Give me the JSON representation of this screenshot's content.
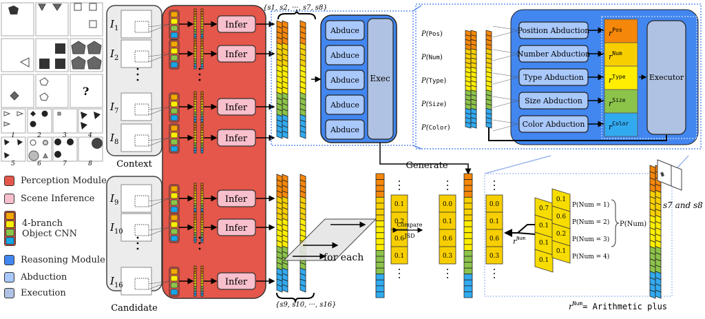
{
  "colors": {
    "perception": "#e4574a",
    "scene_inference": "#f8bfcc",
    "reasoning": "#4286f0",
    "abduction": "#a9c8fb",
    "execution": "#b0c2e3",
    "pos": "#f5870a",
    "num": "#f7d000",
    "type": "#ffee00",
    "size": "#8cc34a",
    "color": "#32aaf0",
    "context_bg": "#ececec"
  },
  "puzzle": {
    "question_mark": "?",
    "answer_labels": [
      "1",
      "2",
      "3",
      "4",
      "5",
      "6",
      "7",
      "8"
    ]
  },
  "context": {
    "label": "Context",
    "panels": [
      "I_1",
      "I_2",
      "I_7",
      "I_8"
    ],
    "panel_subscripts": [
      "1",
      "2",
      "7",
      "8"
    ]
  },
  "candidate": {
    "label": "Candidate",
    "panels": [
      "I_9",
      "I_10",
      "I_16"
    ],
    "panel_subscripts": [
      "9",
      "10",
      "16"
    ]
  },
  "perception": {
    "infer_label": "Infer"
  },
  "set_labels": {
    "context_set": "{s1, s2, ···, s7, s8}",
    "candidate_set": "{s9, s10, ···, s16}"
  },
  "reasoning": {
    "abduce_label": "Abduce",
    "exec_label": "Exec",
    "generate_label": "Generate",
    "for_each_label": "for each"
  },
  "detail": {
    "prob_labels": [
      "P(Pos)",
      "P(Num)",
      "P(Type)",
      "P(Size)",
      "P(Color)"
    ],
    "prob_attrs": [
      "Pos",
      "Num",
      "Type",
      "Size",
      "Color"
    ],
    "abductions": [
      "Position Abduction",
      "Number Abduction",
      "Type Abduction",
      "Size Abduction",
      "Color Abduction"
    ],
    "rules": [
      "Pos",
      "Num",
      "Type",
      "Size",
      "Color"
    ],
    "executor_label": "Executor"
  },
  "compare": {
    "label_top": "Compare",
    "label_bottom": "JSD",
    "left_values": [
      "0.1",
      "0.2",
      "0.6",
      "0.1"
    ],
    "right_values": [
      "0.0",
      "0.1",
      "0.6",
      "0.3"
    ]
  },
  "arithmetic": {
    "result_values": [
      "0.0",
      "0.1",
      "0.6",
      "0.3"
    ],
    "panel_a_values": [
      "0.7",
      "0.1",
      "0.1",
      "0.1"
    ],
    "panel_b_values": [
      "0.1",
      "0.6",
      "0.2",
      "0.1"
    ],
    "prob_entries": [
      "P(Num = 1)",
      "P(Num = 2)",
      "P(Num = 3)",
      "P(Num = 4)"
    ],
    "prob_group": "P(Num)",
    "rule_symbol": "Num",
    "caption_rule": "= Arithmetic plus",
    "s7_s8_label": "s7 and s8"
  },
  "legend": [
    {
      "label": "Perception Module",
      "key": "perception"
    },
    {
      "label": "Scene Inference",
      "key": "scene_inference"
    },
    {
      "label": "4-branch",
      "label2": "Object CNN",
      "key": "cnn"
    },
    {
      "label": "Reasoning Module",
      "key": "reasoning"
    },
    {
      "label": "Abduction",
      "key": "abduction"
    },
    {
      "label": "Execution",
      "key": "execution"
    }
  ]
}
